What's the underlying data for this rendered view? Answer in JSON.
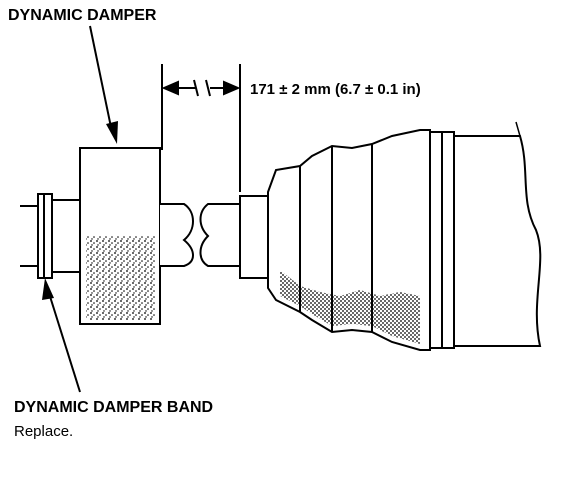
{
  "labels": {
    "damper": "DYNAMIC DAMPER",
    "dimension": "171 ± 2 mm (6.7 ± 0.1 in)",
    "band": "DYNAMIC DAMPER BAND",
    "band_note": "Replace."
  }
}
